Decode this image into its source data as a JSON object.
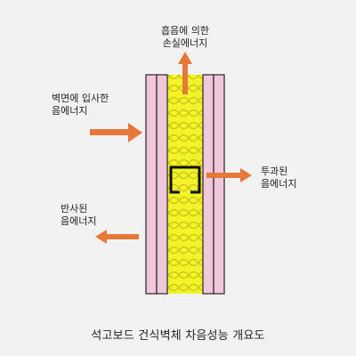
{
  "labels": {
    "absorbed": [
      "흡음에 의한",
      "손실에너지"
    ],
    "incident": [
      "벽면에 입사한",
      "음에너지"
    ],
    "transmitted": [
      "투과된",
      "음에너지"
    ],
    "reflected": [
      "반사된",
      "음에너지"
    ]
  },
  "caption": "석고보드 건식벽체 차음성능 개요도",
  "colors": {
    "background": "#f2f2f2",
    "gypsum_board": "#f2c6dc",
    "board_outline": "#333333",
    "insulation_fill": "#f3f32a",
    "insulation_pattern": "#c9c215",
    "arrow": "#e8773a",
    "stud": "#111111"
  }
}
